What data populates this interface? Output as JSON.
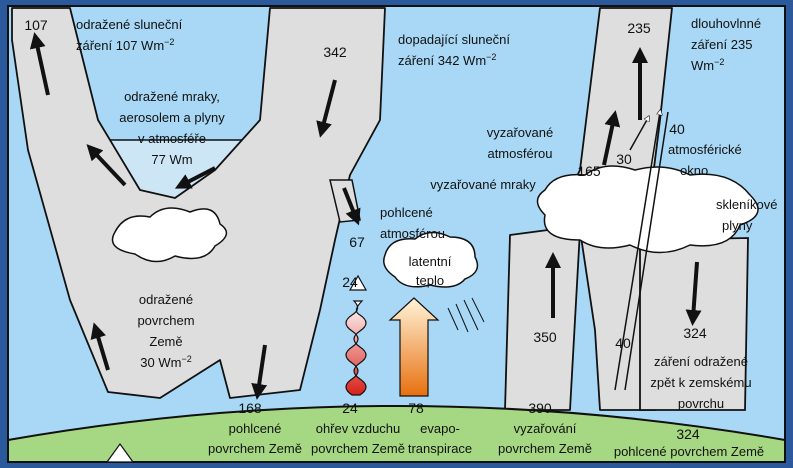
{
  "labels": {
    "reflected_solar": [
      "odražené sluneční",
      "záření 107 Wm",
      "−2"
    ],
    "incoming_solar": [
      "dopadající sluneční",
      "záření 342 Wm",
      "−2"
    ],
    "outgoing_longwave": [
      "dlouhovlnné",
      "záření 235",
      "Wm",
      "−2"
    ],
    "reflected_clouds": [
      "odražené mraky,",
      "aerosolem a plyny",
      "v atmosféře",
      "77 Wm"
    ],
    "emitted_atmosphere": [
      "vyzařované",
      "atmosférou"
    ],
    "atmospheric_window": [
      "atmosférické",
      "okno"
    ],
    "emitted_clouds": "vyzařované mraky",
    "greenhouse_gases": [
      "skleníkové",
      "plyny"
    ],
    "absorbed_atmosphere": [
      "pohlcené",
      "atmosférou"
    ],
    "latent_heat": [
      "latentní",
      "teplo"
    ],
    "reflected_surface": [
      "odražené",
      "povrchem",
      "Země",
      "30 Wm",
      "−2"
    ],
    "back_radiation": [
      "záření odražené",
      "zpět k zemskému",
      "povrchu"
    ],
    "absorbed_surface": [
      "pohlcené",
      "povrchem Země"
    ],
    "thermals": [
      "ohřev vzduchu",
      "povrchem Země"
    ],
    "evapotranspiration": [
      "evapo-",
      "transpirace"
    ],
    "surface_radiation": [
      "vyzařování",
      "povrchem Země"
    ],
    "absorbed_surface_back": "pohlcené povrchem Země"
  },
  "values": {
    "reflected_solar": "107",
    "incoming_solar": "342",
    "outgoing_longwave": "235",
    "window": "40",
    "emitted_atm": "165",
    "emitted_clouds": "30",
    "absorbed_atm": "67",
    "thermals_top": "24",
    "surface_emitted": "350",
    "window_bottom": "40",
    "back_radiation": "324",
    "absorbed_surface": "168",
    "thermals_bottom": "24",
    "evapotranspiration": "78",
    "surface_radiation": "390",
    "back_absorbed": "324"
  },
  "colors": {
    "background": "#2a5a9c",
    "sky": "#a8d8f5",
    "flow": "#dedede",
    "earth": "#a6d884",
    "reflection_pool": "#cde6f6"
  }
}
